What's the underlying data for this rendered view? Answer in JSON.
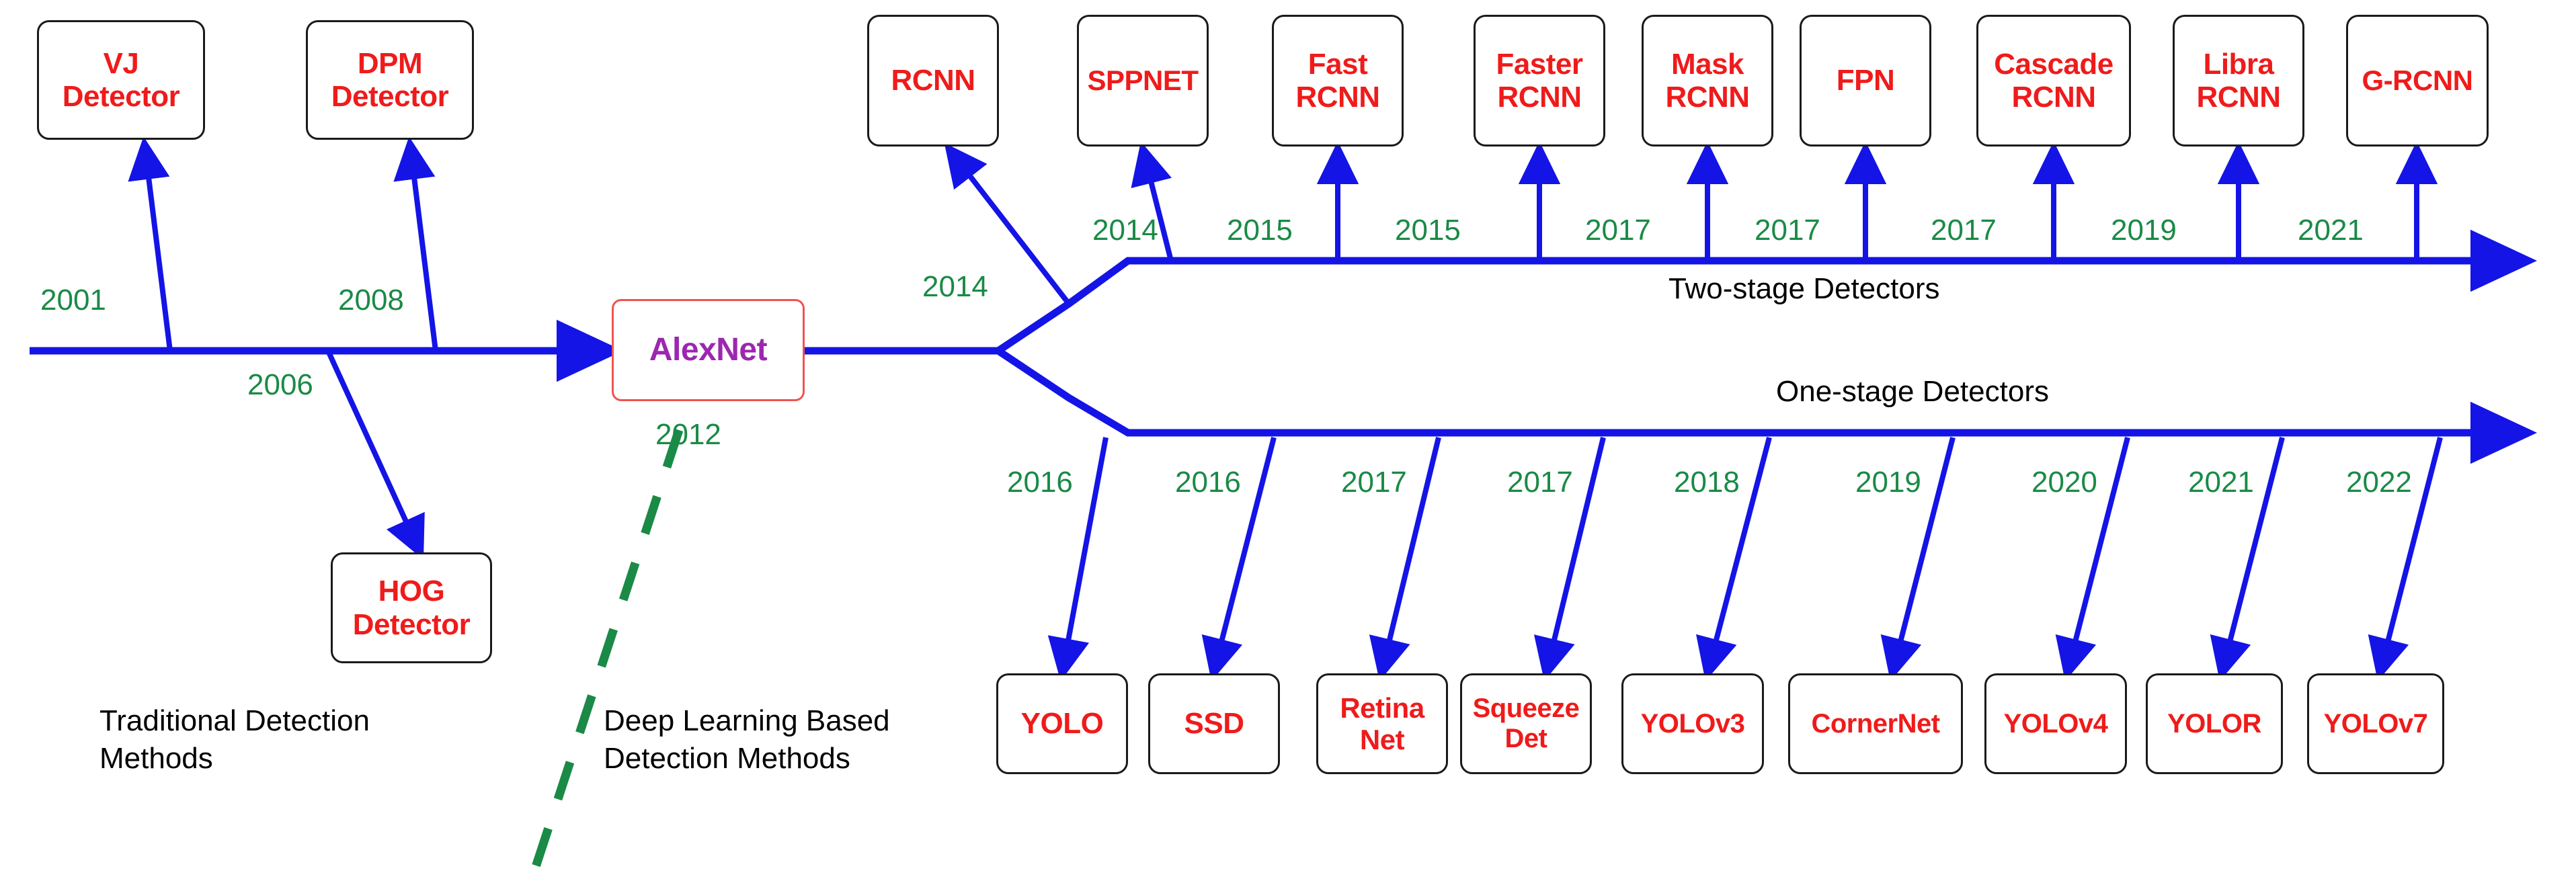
{
  "colors": {
    "timeline": "#1414e6",
    "node_border": "#1a1a1a",
    "node_text": "#ef1b1b",
    "year_text": "#1a8a46",
    "caption_text": "#000000",
    "alexnet_border": "#ef5350",
    "alexnet_text": "#9c27b0",
    "divider": "#1a8a46",
    "background": "#ffffff"
  },
  "pivot": {
    "label": "AlexNet",
    "year": "2012"
  },
  "traditional": {
    "caption": "Traditional Detection\nMethods",
    "nodes": [
      {
        "label": "VJ\nDetector",
        "year": "2001"
      },
      {
        "label": "DPM\nDetector",
        "year": "2008"
      },
      {
        "label": "HOG\nDetector",
        "year": "2006"
      }
    ]
  },
  "deep_learning": {
    "caption": "Deep Learning Based\nDetection Methods"
  },
  "two_stage": {
    "branch_label": "Two-stage Detectors",
    "nodes": [
      {
        "label": "RCNN",
        "year": "2014"
      },
      {
        "label": "SPPNET",
        "year": "2014"
      },
      {
        "label": "Fast\nRCNN",
        "year": "2015"
      },
      {
        "label": "Faster\nRCNN",
        "year": "2015"
      },
      {
        "label": "Mask\nRCNN",
        "year": "2017"
      },
      {
        "label": "FPN",
        "year": "2017"
      },
      {
        "label": "Cascade\nRCNN",
        "year": "2017"
      },
      {
        "label": "Libra\nRCNN",
        "year": "2019"
      },
      {
        "label": "G-RCNN",
        "year": "2021"
      }
    ]
  },
  "one_stage": {
    "branch_label": "One-stage Detectors",
    "nodes": [
      {
        "label": "YOLO",
        "year": "2016"
      },
      {
        "label": "SSD",
        "year": "2016"
      },
      {
        "label": "Retina\nNet",
        "year": "2017"
      },
      {
        "label": "Squeeze\nDet",
        "year": "2017"
      },
      {
        "label": "YOLOv3",
        "year": "2018"
      },
      {
        "label": "CornerNet",
        "year": "2019"
      },
      {
        "label": "YOLOv4",
        "year": "2020"
      },
      {
        "label": "YOLOR",
        "year": "2021"
      },
      {
        "label": "YOLOv7",
        "year": "2022"
      }
    ]
  }
}
